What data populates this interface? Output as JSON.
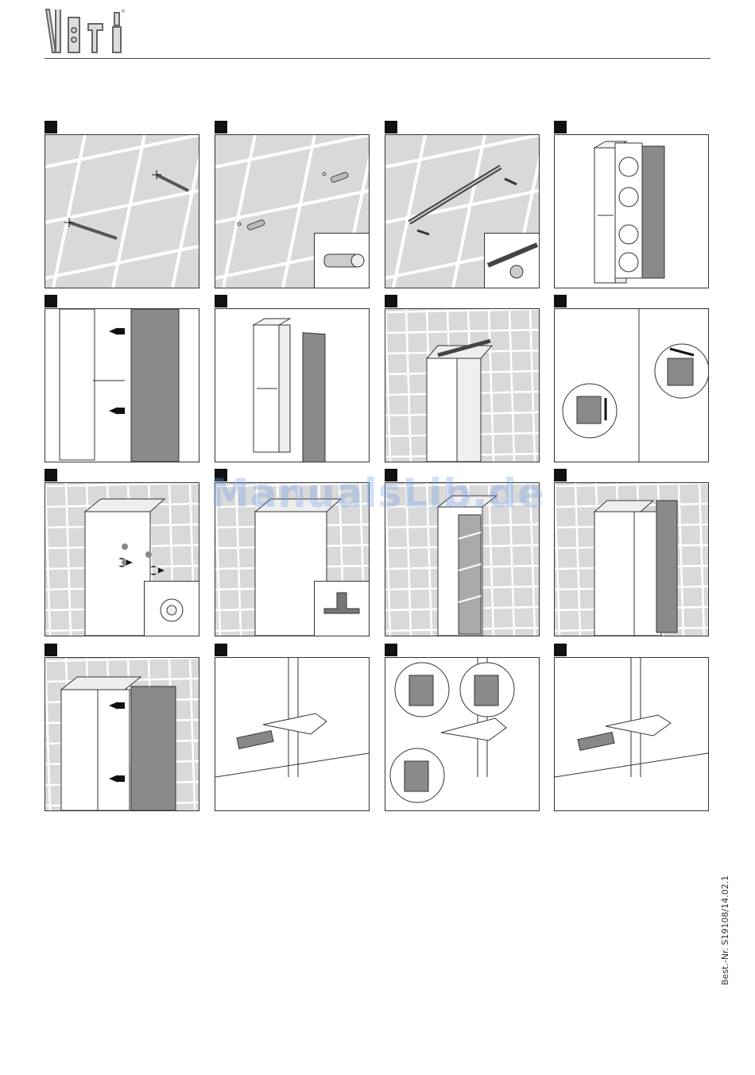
{
  "header": {
    "brand_icons": [
      "level-icon",
      "drill-icon",
      "hammer-icon",
      "screwdriver-icon"
    ]
  },
  "watermark": {
    "text": "ManualsLib.de"
  },
  "footer": {
    "order_number": "Best.-Nr. S19108/14.02.1"
  },
  "colors": {
    "tile": "#d9d9d9",
    "grout": "#ffffff",
    "door_gray": "#8a8a8a",
    "line": "#333333"
  },
  "steps": [
    {
      "id": 1,
      "scene": "wall-drilling-icon"
    },
    {
      "id": 2,
      "scene": "wall-dowels-icon"
    },
    {
      "id": 3,
      "scene": "wall-rail-screws-icon"
    },
    {
      "id": 4,
      "scene": "cabinet-door-open-icon"
    },
    {
      "id": 5,
      "scene": "hinge-removal-icon"
    },
    {
      "id": 6,
      "scene": "door-detached-icon"
    },
    {
      "id": 7,
      "scene": "cabinet-hanging-icon"
    },
    {
      "id": 8,
      "scene": "hinge-hole-cover-icon"
    },
    {
      "id": 9,
      "scene": "shelf-pin-insert-icon"
    },
    {
      "id": 10,
      "scene": "shelf-support-icon"
    },
    {
      "id": 11,
      "scene": "shelves-inserted-icon"
    },
    {
      "id": 12,
      "scene": "cabinet-door-closed-icon"
    },
    {
      "id": 13,
      "scene": "door-reattach-icon"
    },
    {
      "id": 14,
      "scene": "hinge-clip-icon"
    },
    {
      "id": 15,
      "scene": "hinge-adjust-icon"
    },
    {
      "id": 16,
      "scene": "hinge-clip-final-icon"
    }
  ]
}
